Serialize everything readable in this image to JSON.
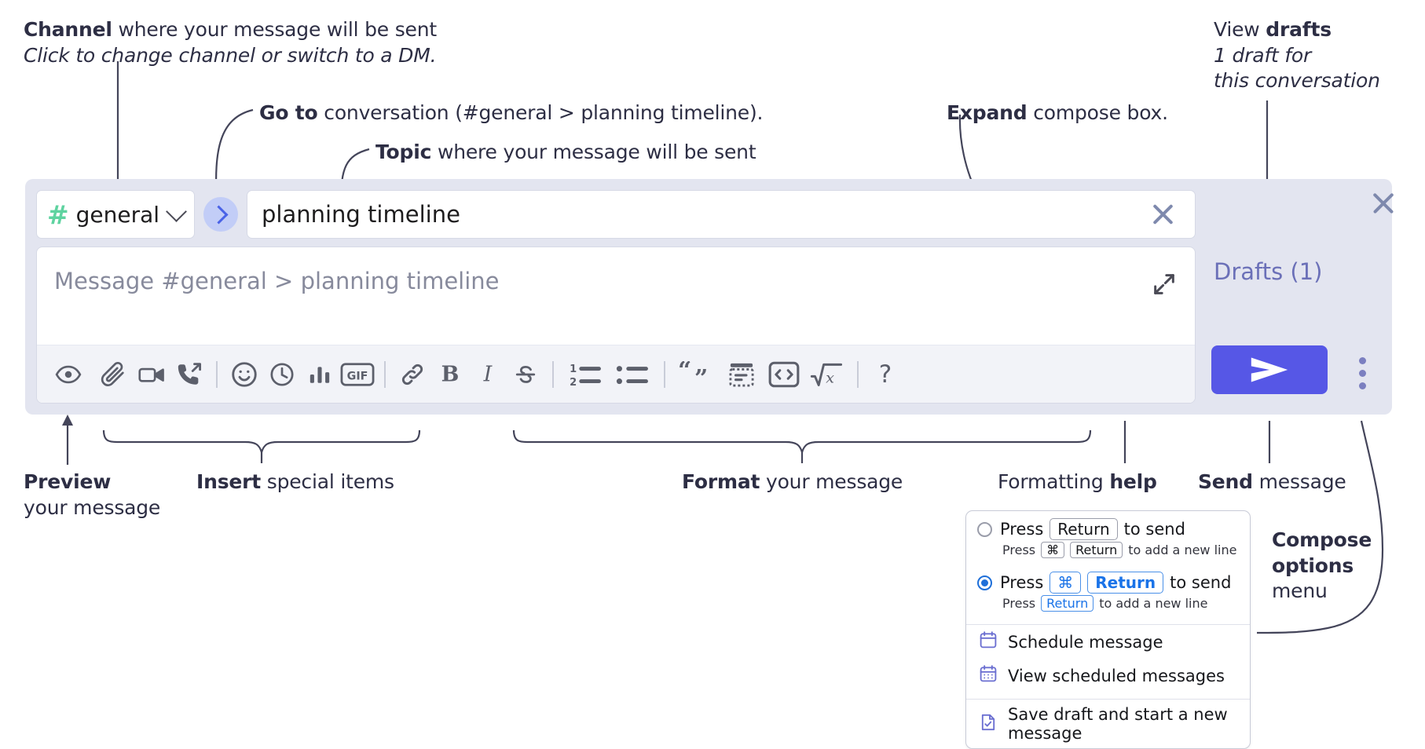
{
  "annotations": {
    "channel": {
      "bold": "Channel",
      "rest": " where your message will be sent",
      "italic": "Click to change channel or switch to a DM."
    },
    "goto": {
      "bold": "Go to",
      "rest": " conversation (#general > planning timeline)."
    },
    "topic": {
      "bold": "Topic",
      "rest": " where your message will be sent"
    },
    "expand": {
      "bold": "Expand",
      "rest": " compose box."
    },
    "drafts": {
      "plain": "View ",
      "bold": "drafts",
      "italic1": "1 draft for",
      "italic2": "this conversation"
    },
    "preview": {
      "bold": "Preview",
      "rest": "your message"
    },
    "insert": {
      "bold": "Insert",
      "rest": " special items"
    },
    "format": {
      "bold": "Format",
      "rest": " your message"
    },
    "formatting_help": {
      "plain": "Formatting ",
      "bold": "help"
    },
    "send": {
      "bold": "Send",
      "rest": " message"
    },
    "compose_options": {
      "bold1": "Compose",
      "bold2": "options",
      "plain": "menu"
    }
  },
  "compose": {
    "channel": {
      "hash": "#",
      "name": "general"
    },
    "topic": {
      "value": "planning timeline"
    },
    "message": {
      "placeholder": "Message #general > planning timeline"
    },
    "drafts_label": "Drafts (1)",
    "toolbar_icons": [
      "eye-icon",
      "paperclip-icon",
      "video-icon",
      "phone-call-icon",
      "emoji-icon",
      "clock-icon",
      "poll-icon",
      "gif-icon",
      "link-icon",
      "bold-icon",
      "italic-icon",
      "strikethrough-icon",
      "ordered-list-icon",
      "bulleted-list-icon",
      "blockquote-icon",
      "code-block-icon",
      "code-icon",
      "math-icon",
      "help-icon"
    ]
  },
  "options_menu": {
    "row1": {
      "selected": false,
      "pre": "Press",
      "key": "Return",
      "post": "to send",
      "sub_pre": "Press",
      "sub_key1": "⌘",
      "sub_key2": "Return",
      "sub_post": "to add a new line"
    },
    "row2": {
      "selected": true,
      "pre": "Press",
      "key1": "⌘",
      "key2": "Return",
      "post": "to send",
      "sub_pre": "Press",
      "sub_key": "Return",
      "sub_post": "to add a new line"
    },
    "items": [
      {
        "icon": "calendar-icon",
        "label": "Schedule message"
      },
      {
        "icon": "calendar-grid-icon",
        "label": "View scheduled messages"
      },
      {
        "icon": "draft-check-icon",
        "label": "Save draft and start a new message"
      }
    ]
  },
  "colors": {
    "panel_bg": "#e3e5f0",
    "accent_send": "#5657e6",
    "channel_hash": "#5fd3a0",
    "goto_bubble": "#c2cdf7",
    "drafts_text": "#6b70b8",
    "text": "#2d2e44"
  }
}
